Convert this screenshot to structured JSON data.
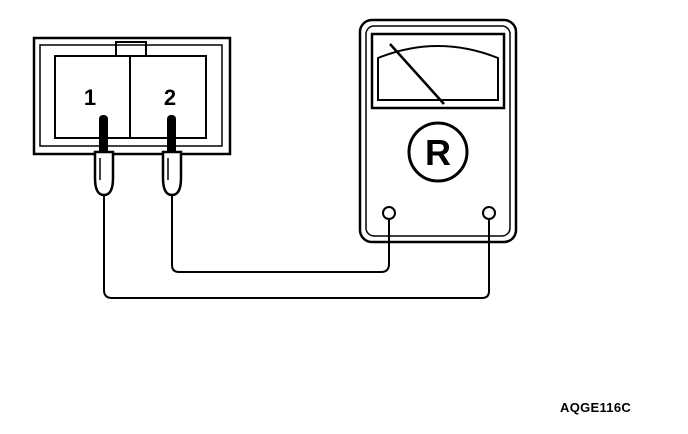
{
  "diagram": {
    "connector": {
      "terminals": [
        "1",
        "2"
      ]
    },
    "meter": {
      "mode_symbol": "R"
    },
    "reference_code": "AQGE116C"
  },
  "colors": {
    "ink": "#000000",
    "background": "#ffffff"
  }
}
